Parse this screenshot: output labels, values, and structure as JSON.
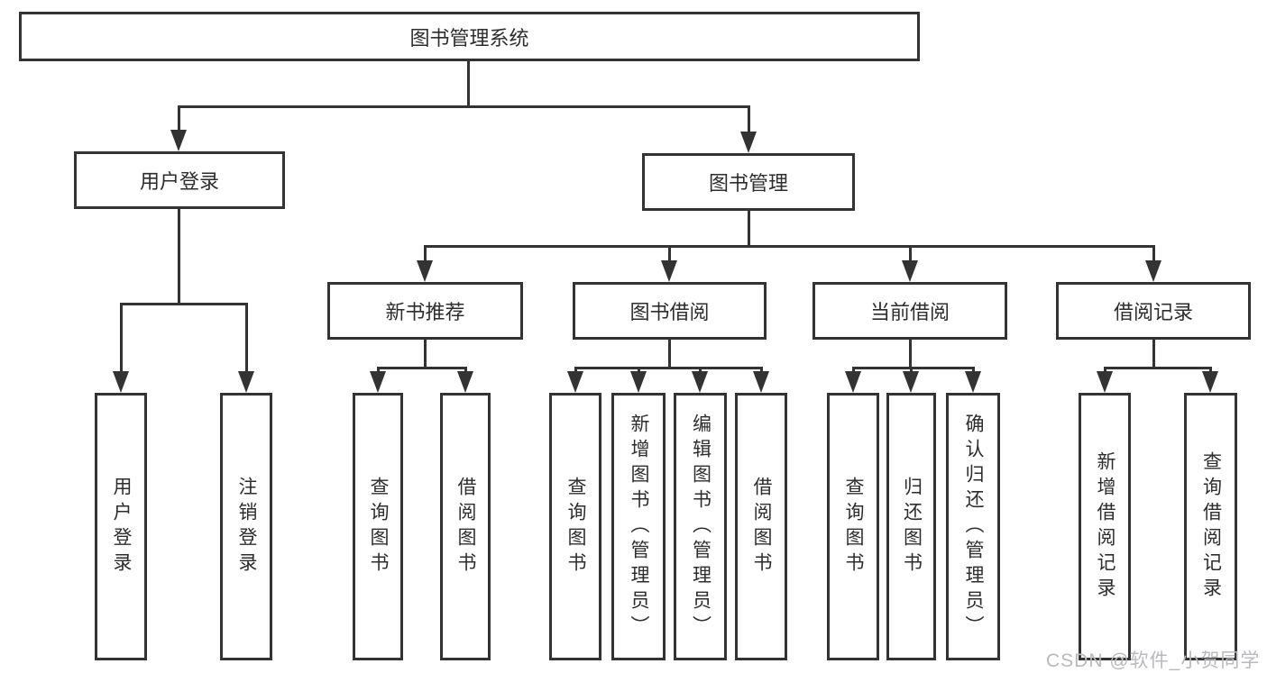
{
  "diagram": {
    "root": {
      "label": "图书管理系统"
    },
    "level2": {
      "user_login_group": {
        "label": "用户登录"
      },
      "book_mgmt": {
        "label": "图书管理"
      }
    },
    "level3": {
      "new_book_rec": {
        "label": "新书推荐"
      },
      "book_borrow": {
        "label": "图书借阅"
      },
      "current_borrow": {
        "label": "当前借阅"
      },
      "borrow_records": {
        "label": "借阅记录"
      }
    },
    "leaves": {
      "user_login": {
        "label": "用户登录"
      },
      "logout_login": {
        "label": "注销登录"
      },
      "nbr_query_books": {
        "label": "查询图书"
      },
      "nbr_borrow_books": {
        "label": "借阅图书"
      },
      "bb_query_books": {
        "label": "查询图书"
      },
      "bb_add_books": {
        "label": "新增图书（管理员）"
      },
      "bb_edit_books": {
        "label": "编辑图书（管理员）"
      },
      "bb_borrow_books": {
        "label": "借阅图书"
      },
      "cb_query_books": {
        "label": "查询图书"
      },
      "cb_return_books": {
        "label": "归还图书"
      },
      "cb_confirm_return": {
        "label": "确认归还（管理员）"
      },
      "br_add_record": {
        "label": "新增借阅记录"
      },
      "br_query_record": {
        "label": "查询借阅记录"
      }
    },
    "watermark": "CSDN @软件_小贺同学",
    "colors": {
      "line": "#333333",
      "text": "#2d2d2d",
      "watermark": "#b9b9bd",
      "background": "#ffffff"
    }
  }
}
